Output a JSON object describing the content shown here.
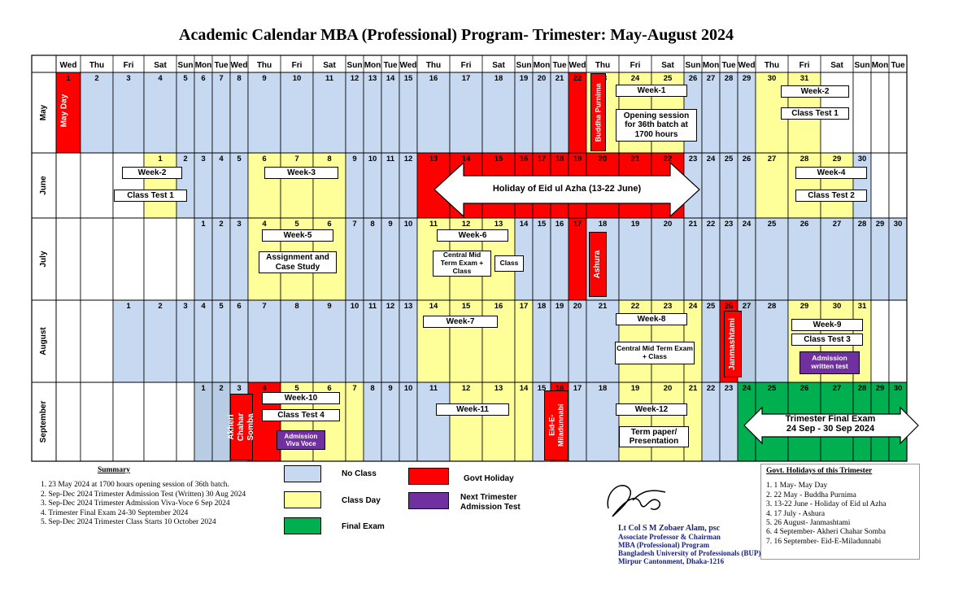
{
  "title": "Academic Calendar MBA (Professional) Program- Trimester: May-August 2024",
  "weekdays": [
    "Wed",
    "Thu",
    "Fri",
    "Sat",
    "Sun",
    "Mon",
    "Tue",
    "Wed",
    "Thu",
    "Fri",
    "Sat",
    "Sun",
    "Mon",
    "Tue",
    "Wed",
    "Thu",
    "Fri",
    "Sat",
    "Sun",
    "Mon",
    "Tue",
    "Wed",
    "Thu",
    "Fri",
    "Sat",
    "Sun",
    "Mon",
    "Tue",
    "Wed",
    "Thu",
    "Fri",
    "Sat",
    "Sun",
    "Mon",
    "Tue"
  ],
  "colors": {
    "no_class": "#c6d9f0",
    "class_day": "#ffff99",
    "final_exam": "#00b050",
    "govt_holiday": "#ff0000",
    "admission_test": "#7030a0",
    "dark_blue": "#b8cce4"
  },
  "months": [
    {
      "name": "May",
      "cells": [
        [
          1,
          "h"
        ],
        [
          2,
          "n"
        ],
        [
          3,
          "n"
        ],
        [
          4,
          "n"
        ],
        [
          5,
          "n"
        ],
        [
          6,
          "n"
        ],
        [
          7,
          "n"
        ],
        [
          8,
          "n"
        ],
        [
          9,
          "n"
        ],
        [
          10,
          "n"
        ],
        [
          11,
          "n"
        ],
        [
          12,
          "n"
        ],
        [
          13,
          "n"
        ],
        [
          14,
          "n"
        ],
        [
          15,
          "n"
        ],
        [
          16,
          "n"
        ],
        [
          17,
          "n"
        ],
        [
          18,
          "n"
        ],
        [
          19,
          "n"
        ],
        [
          20,
          "n"
        ],
        [
          21,
          "n"
        ],
        [
          22,
          "h"
        ],
        [
          23,
          "y"
        ],
        [
          24,
          "y"
        ],
        [
          25,
          "y"
        ],
        [
          26,
          "n"
        ],
        [
          27,
          "n"
        ],
        [
          28,
          "n"
        ],
        [
          29,
          "n"
        ],
        [
          30,
          "y"
        ],
        [
          31,
          "y"
        ],
        [
          null,
          "w"
        ],
        [
          null,
          "w"
        ],
        [
          null,
          "w"
        ],
        [
          null,
          "w"
        ]
      ]
    },
    {
      "name": "June",
      "cells": [
        [
          null,
          "w"
        ],
        [
          null,
          "w"
        ],
        [
          null,
          "w"
        ],
        [
          1,
          "y"
        ],
        [
          2,
          "n"
        ],
        [
          3,
          "n"
        ],
        [
          4,
          "n"
        ],
        [
          5,
          "n"
        ],
        [
          6,
          "y"
        ],
        [
          7,
          "y"
        ],
        [
          8,
          "y"
        ],
        [
          9,
          "n"
        ],
        [
          10,
          "n"
        ],
        [
          11,
          "n"
        ],
        [
          12,
          "n"
        ],
        [
          13,
          "h"
        ],
        [
          14,
          "h"
        ],
        [
          15,
          "h"
        ],
        [
          16,
          "h"
        ],
        [
          17,
          "h"
        ],
        [
          18,
          "h"
        ],
        [
          19,
          "h"
        ],
        [
          20,
          "h"
        ],
        [
          21,
          "h"
        ],
        [
          22,
          "h"
        ],
        [
          23,
          "n"
        ],
        [
          24,
          "n"
        ],
        [
          25,
          "n"
        ],
        [
          26,
          "n"
        ],
        [
          27,
          "y"
        ],
        [
          28,
          "y"
        ],
        [
          29,
          "y"
        ],
        [
          30,
          "n"
        ],
        [
          null,
          "w"
        ],
        [
          null,
          "w"
        ]
      ]
    },
    {
      "name": "July",
      "cells": [
        [
          null,
          "w"
        ],
        [
          null,
          "w"
        ],
        [
          null,
          "w"
        ],
        [
          null,
          "w"
        ],
        [
          null,
          "w"
        ],
        [
          1,
          "n"
        ],
        [
          2,
          "n"
        ],
        [
          3,
          "n"
        ],
        [
          4,
          "y"
        ],
        [
          5,
          "y"
        ],
        [
          6,
          "y"
        ],
        [
          7,
          "n"
        ],
        [
          8,
          "n"
        ],
        [
          9,
          "n"
        ],
        [
          10,
          "n"
        ],
        [
          11,
          "y"
        ],
        [
          12,
          "y"
        ],
        [
          13,
          "y"
        ],
        [
          14,
          "n"
        ],
        [
          15,
          "n"
        ],
        [
          16,
          "n"
        ],
        [
          17,
          "h"
        ],
        [
          18,
          "n"
        ],
        [
          19,
          "n"
        ],
        [
          20,
          "n"
        ],
        [
          21,
          "n"
        ],
        [
          22,
          "n"
        ],
        [
          23,
          "n"
        ],
        [
          24,
          "n"
        ],
        [
          25,
          "n"
        ],
        [
          26,
          "n"
        ],
        [
          27,
          "n"
        ],
        [
          28,
          "n"
        ],
        [
          29,
          "n"
        ],
        [
          30,
          "n"
        ]
      ]
    },
    {
      "name": "August",
      "cells": [
        [
          null,
          "w"
        ],
        [
          null,
          "w"
        ],
        [
          1,
          "n"
        ],
        [
          2,
          "n"
        ],
        [
          3,
          "n"
        ],
        [
          4,
          "n"
        ],
        [
          5,
          "n"
        ],
        [
          6,
          "n"
        ],
        [
          7,
          "n"
        ],
        [
          8,
          "n"
        ],
        [
          9,
          "n"
        ],
        [
          10,
          "n"
        ],
        [
          11,
          "n"
        ],
        [
          12,
          "n"
        ],
        [
          13,
          "n"
        ],
        [
          14,
          "y"
        ],
        [
          15,
          "y"
        ],
        [
          16,
          "y"
        ],
        [
          17,
          "y"
        ],
        [
          18,
          "n"
        ],
        [
          19,
          "n"
        ],
        [
          20,
          "n"
        ],
        [
          21,
          "n"
        ],
        [
          22,
          "y"
        ],
        [
          23,
          "y"
        ],
        [
          24,
          "y"
        ],
        [
          25,
          "n"
        ],
        [
          26,
          "h"
        ],
        [
          27,
          "d"
        ],
        [
          28,
          "n"
        ],
        [
          29,
          "y"
        ],
        [
          30,
          "y"
        ],
        [
          31,
          "y"
        ],
        [
          null,
          "w"
        ],
        [
          null,
          "w"
        ]
      ]
    },
    {
      "name": "September",
      "cells": [
        [
          null,
          "w"
        ],
        [
          null,
          "w"
        ],
        [
          null,
          "w"
        ],
        [
          null,
          "w"
        ],
        [
          null,
          "w"
        ],
        [
          1,
          "d"
        ],
        [
          2,
          "d"
        ],
        [
          3,
          "n"
        ],
        [
          4,
          "h"
        ],
        [
          5,
          "y"
        ],
        [
          6,
          "y"
        ],
        [
          7,
          "y"
        ],
        [
          8,
          "n"
        ],
        [
          9,
          "n"
        ],
        [
          10,
          "n"
        ],
        [
          11,
          "n"
        ],
        [
          12,
          "y"
        ],
        [
          13,
          "y"
        ],
        [
          14,
          "y"
        ],
        [
          15,
          "n"
        ],
        [
          16,
          "h"
        ],
        [
          17,
          "n"
        ],
        [
          18,
          "n"
        ],
        [
          19,
          "y"
        ],
        [
          20,
          "y"
        ],
        [
          21,
          "y"
        ],
        [
          22,
          "n"
        ],
        [
          23,
          "n"
        ],
        [
          24,
          "g"
        ],
        [
          25,
          "g"
        ],
        [
          26,
          "g"
        ],
        [
          27,
          "g"
        ],
        [
          28,
          "g"
        ],
        [
          29,
          "g"
        ],
        [
          30,
          "g"
        ]
      ]
    }
  ],
  "labels": {
    "may_day": "May Day",
    "buddha": "Buddha Purnima",
    "ashura": "Ashura",
    "janmashtami": "Janmashtami",
    "akheri": "Akheri Chahar Somba",
    "eid_e": "Eid-E-Miladunnabi",
    "eid_azha": "Holiday of Eid ul Azha (13-22 June)",
    "final_exam": "Trimester Final Exam\n24 Sep - 30 Sep 2024"
  },
  "boxes": {
    "week1": "Week-1",
    "week2_may": "Week-2",
    "class_test1": "Class Test 1",
    "opening": "Opening session for 36th batch at 1700 hours",
    "week2_jun": "Week-2",
    "class_test1_jun": "Class Test 1",
    "week3": "Week-3",
    "week4": "Week-4",
    "class_test2": "Class Test 2",
    "week5": "Week-5",
    "assignment": "Assignment and Case Study",
    "week6": "Week-6",
    "central_mid_jul": "Central Mid Term Exam + Class",
    "class_jul": "Class",
    "week7": "Week-7",
    "week8": "Week-8",
    "central_mid_aug": "Central Mid Term Exam + Class",
    "week9": "Week-9",
    "class_test3": "Class Test 3",
    "admission_written": "Admission written test",
    "week10": "Week-10",
    "class_test4": "Class Test 4",
    "admission_viva": "Admission Viva  Voce",
    "week11": "Week-11",
    "week12": "Week-12",
    "term_paper": "Term paper/ Presentation"
  },
  "legend": {
    "no_class": "No Class",
    "class_day": "Class Day",
    "final_exam": "Final Exam",
    "govt_holiday": "Govt Holiday",
    "admission": "Next Trimester\nAdmission Test"
  },
  "summary": {
    "heading": "Summary",
    "items": [
      "1. 23 May 2024 at 1700 hours opening session of 36th batch.",
      "2. Sep-Dec 2024 Trimester Admission  Test (Written) 30 Aug 2024",
      "3. Sep-Dec 2024 Trimester Admission Viva-Voce 6 Sep 2024",
      "4. Trimester Final Exam 24-30 September 2024",
      "5. Sep-Dec 2024 Trimester Class Starts 10 October 2024"
    ]
  },
  "govt_holidays": {
    "heading": "Govt. Holidays of this Trimester",
    "items": [
      "1. 1 May- May Day",
      "2. 22 May -  Buddha Purnima",
      "3. 13-22 June - Holiday of Eid ul Azha",
      "4. 17 July - Ashura",
      "5. 26 August- Janmashtami",
      "6. 4 September- Akheri Chahar Somba",
      "7. 16 September- Eid-E-Miladunnabi"
    ]
  },
  "signature": {
    "name": "Lt Col S M Zobaer Alam, psc",
    "line1": "Associate Professor & Chairman",
    "line2": "MBA (Professional) Program",
    "line3": "Bangladesh University of Professionals (BUP)",
    "line4": "Mirpur Cantonment, Dhaka-1216"
  }
}
